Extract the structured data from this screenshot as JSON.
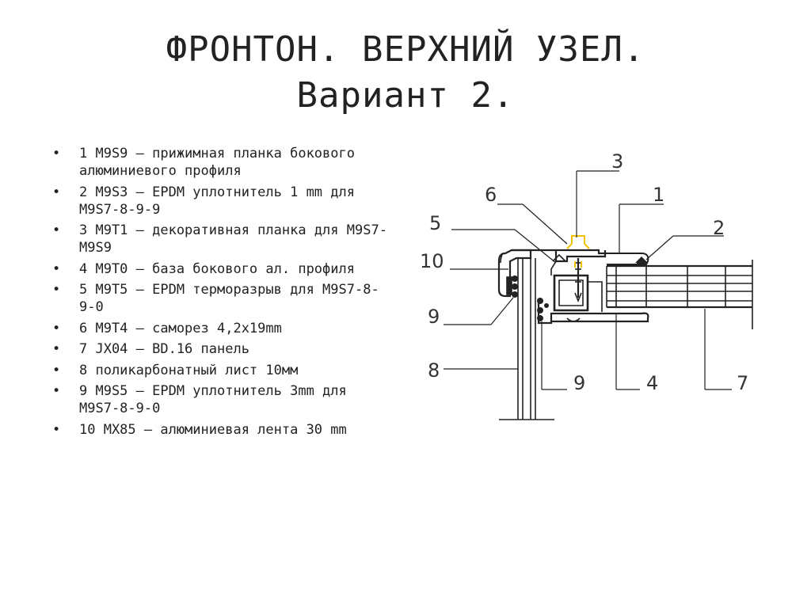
{
  "slide": {
    "title_line1": "ФРОНТОН. ВЕРХНИЙ УЗЕЛ.",
    "title_line2": "Вариант 2."
  },
  "legend": [
    {
      "bullet": "•",
      "text": "1  M9S9 – прижимная планка бокового алюминиевого профиля"
    },
    {
      "bullet": "•",
      "text": "2  M9S3 – EPDM уплотнитель 1 mm для M9S7-8-9-9"
    },
    {
      "bullet": "•",
      "text": "3  M9T1 – декоративная планка для M9S7-M9S9"
    },
    {
      "bullet": "•",
      "text": "4  M9T0 – база бокового ал. профиля"
    },
    {
      "bullet": "•",
      "text": "5  M9T5 – EPDM терморазрыв для M9S7-8-9-0"
    },
    {
      "bullet": "•",
      "text": "6  M9T4 – саморез 4,2x19mm"
    },
    {
      "bullet": "•",
      "text": "7  JX04 – BD.16 панель"
    },
    {
      "bullet": "•",
      "text": "8  поликарбонатный лист 10мм"
    },
    {
      "bullet": "•",
      "text": "9  M9S5 – EPDM уплотнитель 3mm для M9S7-8-9-0"
    },
    {
      "bullet": "•",
      "text": "10  MX85 – алюминиевая лента 30 mm"
    }
  ],
  "drawing": {
    "callouts": [
      "3",
      "6",
      "1",
      "5",
      "2",
      "10",
      "9",
      "8",
      "9",
      "4",
      "7"
    ],
    "line_color": "#222222",
    "accent_color": "#f2c200"
  }
}
